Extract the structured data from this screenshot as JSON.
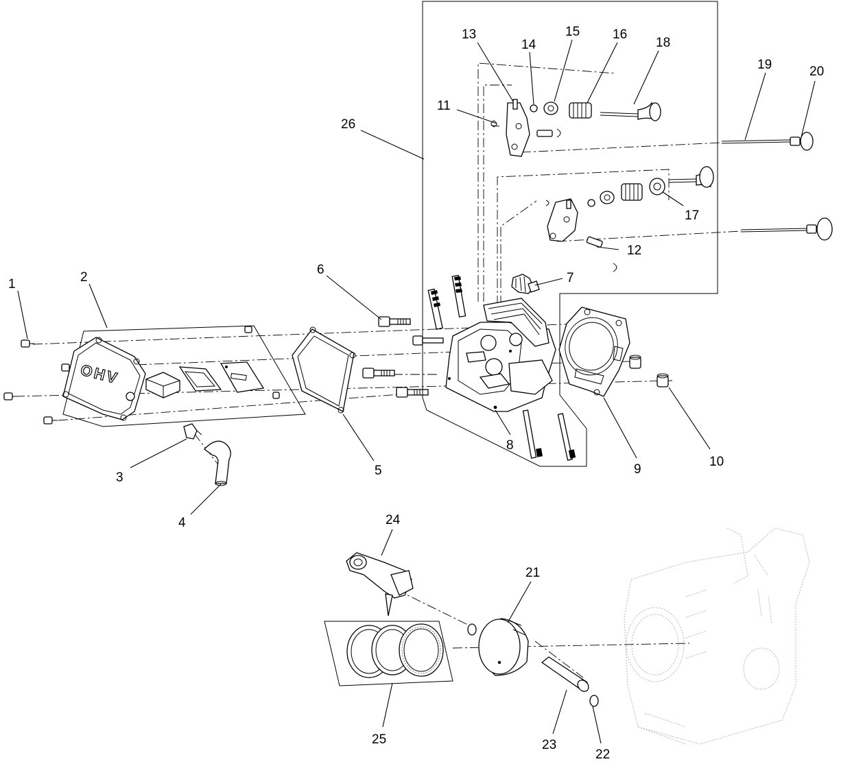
{
  "diagram": {
    "callouts": [
      {
        "id": "1",
        "text": "1"
      },
      {
        "id": "2",
        "text": "2"
      },
      {
        "id": "3",
        "text": "3"
      },
      {
        "id": "4",
        "text": "4"
      },
      {
        "id": "5",
        "text": "5"
      },
      {
        "id": "6",
        "text": "6"
      },
      {
        "id": "7",
        "text": "7"
      },
      {
        "id": "8",
        "text": "8"
      },
      {
        "id": "9",
        "text": "9"
      },
      {
        "id": "10",
        "text": "10"
      },
      {
        "id": "11",
        "text": "11"
      },
      {
        "id": "12",
        "text": "12"
      },
      {
        "id": "13",
        "text": "13"
      },
      {
        "id": "14",
        "text": "14"
      },
      {
        "id": "15",
        "text": "15"
      },
      {
        "id": "16",
        "text": "16"
      },
      {
        "id": "17",
        "text": "17"
      },
      {
        "id": "18",
        "text": "18"
      },
      {
        "id": "19",
        "text": "19"
      },
      {
        "id": "20",
        "text": "20"
      },
      {
        "id": "21",
        "text": "21"
      },
      {
        "id": "22",
        "text": "22"
      },
      {
        "id": "23",
        "text": "23"
      },
      {
        "id": "24",
        "text": "24"
      },
      {
        "id": "25",
        "text": "25"
      },
      {
        "id": "26",
        "text": "26"
      }
    ],
    "cover_lettering": "OHV"
  }
}
